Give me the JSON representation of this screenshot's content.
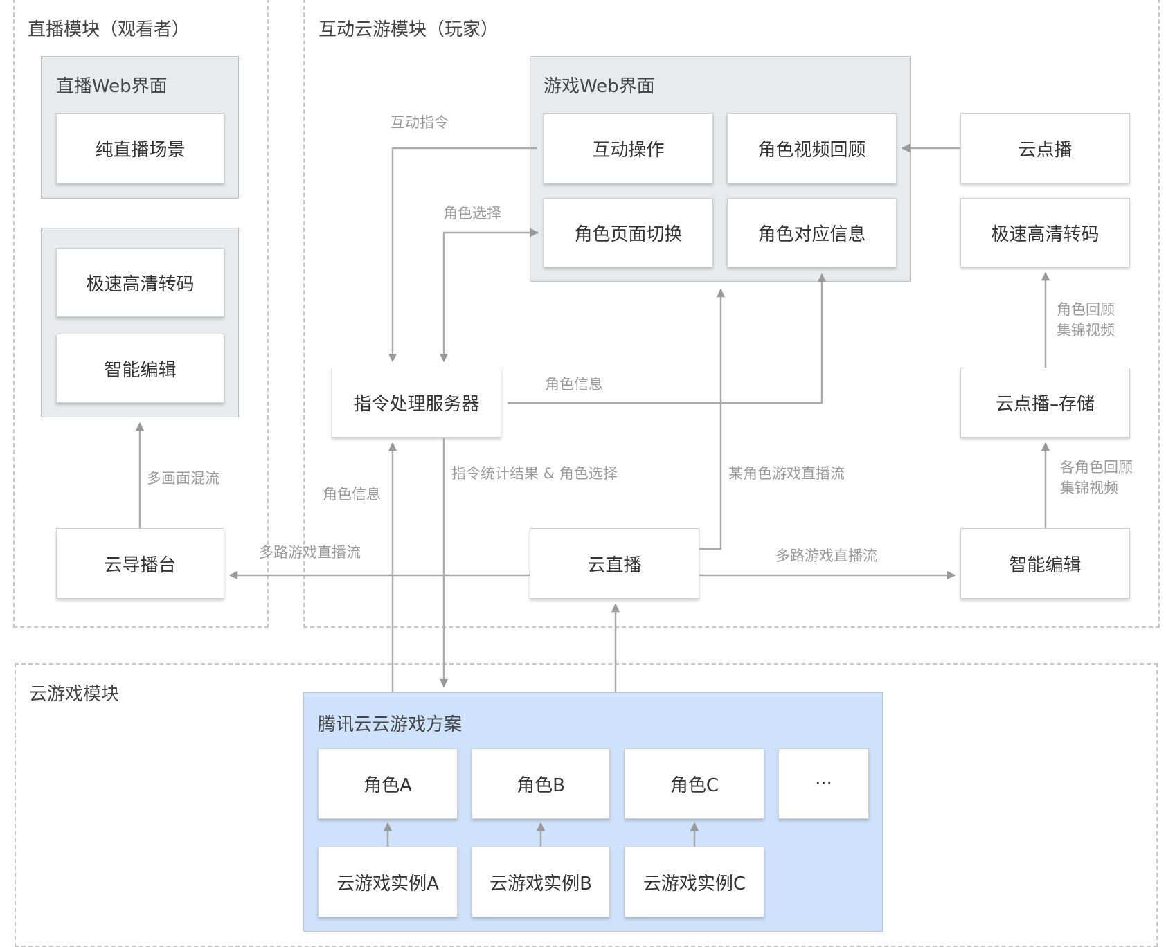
{
  "modules": {
    "live": {
      "title": "直播模块（观看者）",
      "web_group_title": "直播Web界面",
      "pure_live": "纯直播场景",
      "transcode": "极速高清转码",
      "smart_edit": "智能编辑",
      "director": "云导播台"
    },
    "interactive": {
      "title": "互动云游模块（玩家）",
      "game_web_title": "游戏Web界面",
      "interact_op": "互动操作",
      "role_video_review": "角色视频回顾",
      "role_page_switch": "角色页面切换",
      "role_info": "角色对应信息",
      "vod": "云点播",
      "vod_transcode": "极速高清转码",
      "vod_storage": "云点播–存储",
      "smart_edit": "智能编辑",
      "command_server": "指令处理服务器",
      "cloud_live": "云直播"
    },
    "cloud_game": {
      "title": "云游戏模块",
      "solution_title": "腾讯云云游戏方案",
      "roles": [
        "角色A",
        "角色B",
        "角色C",
        "···"
      ],
      "instances": [
        "云游戏实例A",
        "云游戏实例B",
        "云游戏实例C"
      ]
    }
  },
  "edge_labels": {
    "interact_cmd": "互动指令",
    "role_select": "角色选择",
    "role_info_top": "角色信息",
    "role_info_left": "角色信息",
    "cmd_stats": "指令统计结果 & 角色选择",
    "role_live_stream": "某角色游戏直播流",
    "multi_stream_left": "多路游戏直播流",
    "multi_stream_right": "多路游戏直播流",
    "multi_mix": "多画面混流",
    "review_video": "角色回顾\n集锦视频",
    "review_video_line1": "角色回顾",
    "review_video_line2": "集锦视频",
    "each_review_line1": "各角色回顾",
    "each_review_line2": "集锦视频"
  },
  "colors": {
    "solution_bg": "#cfe2fb",
    "group_bg": "#e9eaeb",
    "arrow": "#a8a8a8"
  }
}
